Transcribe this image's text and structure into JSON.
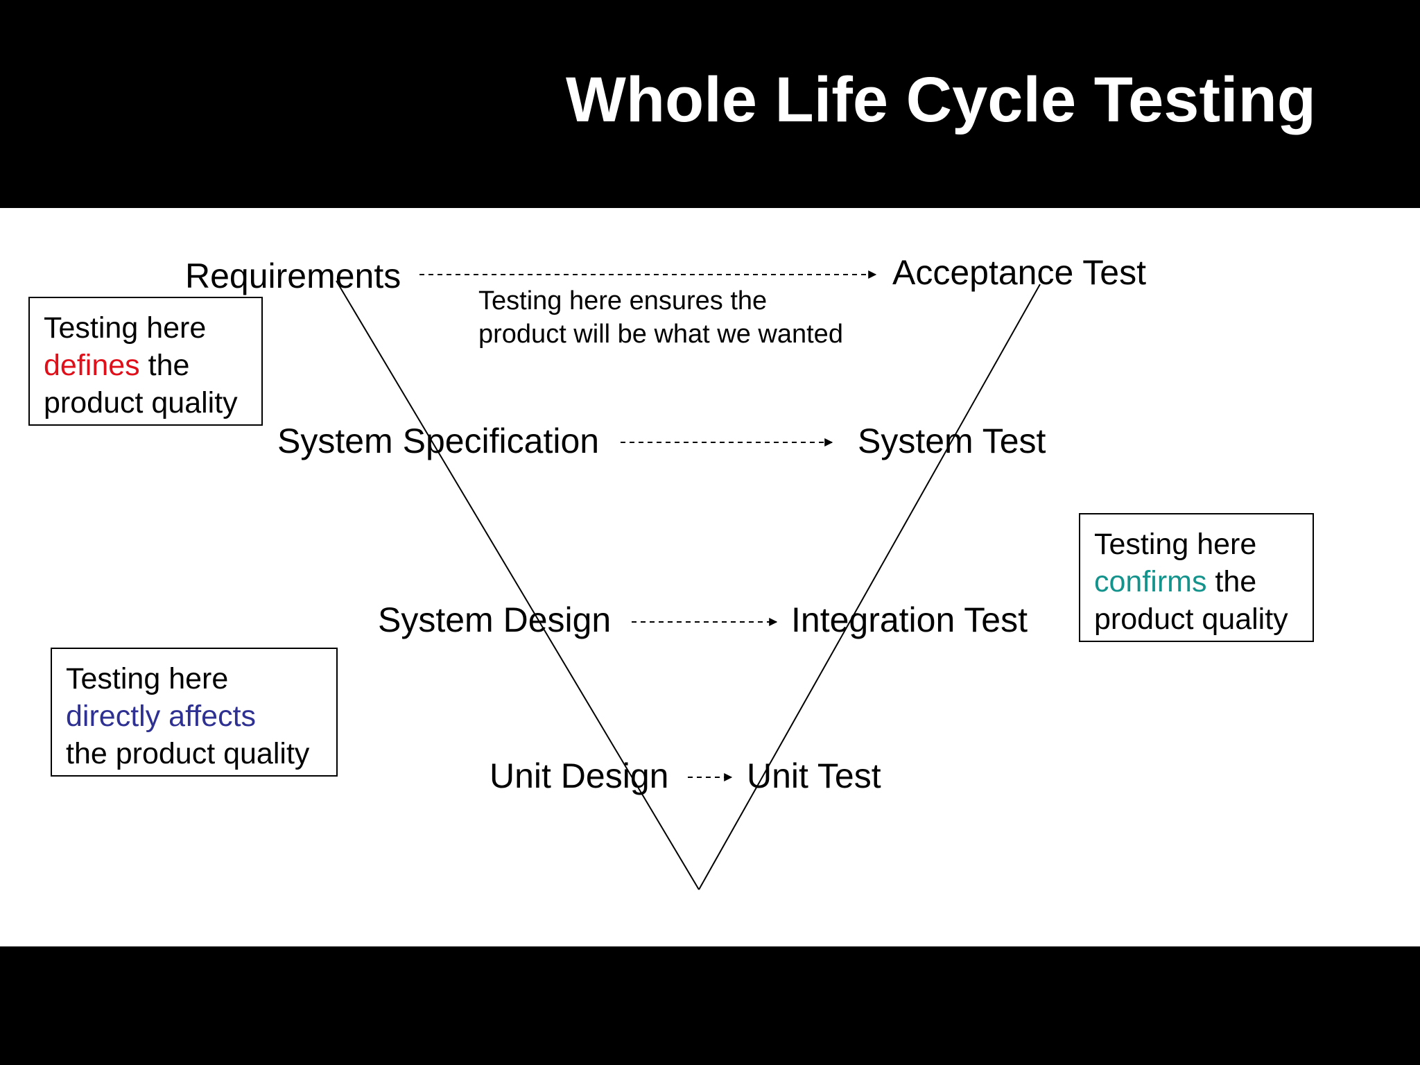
{
  "slide": {
    "title": "Whole Life Cycle Testing"
  },
  "left_stages": [
    "Requirements",
    "System Specification",
    "System Design",
    "Unit Design"
  ],
  "right_stages": [
    "Acceptance Test",
    "System Test",
    "Integration Test",
    "Unit Test"
  ],
  "top_note": {
    "line1": "Testing here ensures the",
    "line2": "product will be what we wanted"
  },
  "box_defines": {
    "line1": "Testing here",
    "highlight": "defines",
    "rest": " the",
    "line3": "product quality"
  },
  "box_confirms": {
    "line1": "Testing here",
    "highlight": "confirms",
    "rest": " the",
    "line3": "product quality"
  },
  "box_affects": {
    "line1": "Testing here",
    "highlight": "directly affects",
    "line3": "the product quality"
  },
  "colors": {
    "defines": "#e0101a",
    "confirms": "#14938c",
    "affects": "#2e3192"
  }
}
